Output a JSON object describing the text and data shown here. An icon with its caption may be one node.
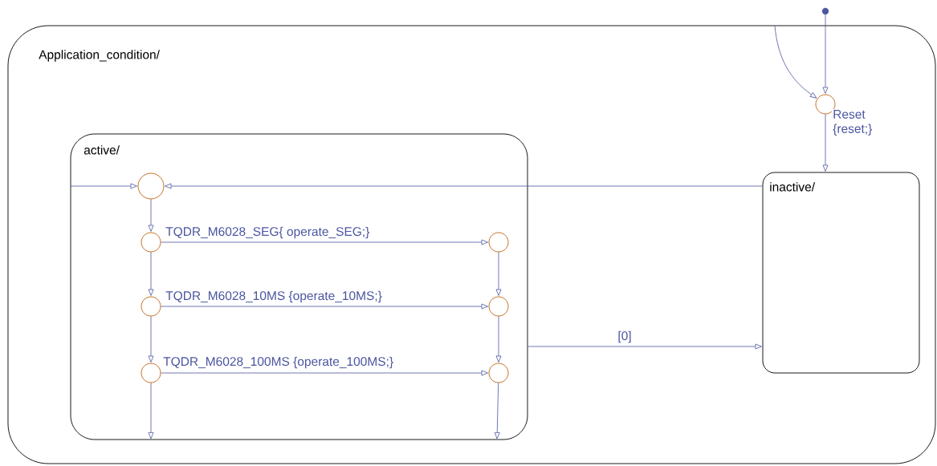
{
  "diagram": {
    "nodes": [
      {
        "text": [
          "Application_condition/"
        ]
      },
      {
        "text": [
          "active/"
        ],
        "in": 0
      },
      {
        "text": [
          "inactive/"
        ],
        "in": 0
      },
      {
        "text": [],
        "shape": "circle",
        "in": 0
      },
      {
        "text": [],
        "shape": "dot"
      },
      {
        "text": [],
        "shape": "circle",
        "in": 1
      },
      {
        "text": [],
        "shape": "circle",
        "in": 1
      },
      {
        "text": [],
        "shape": "circle",
        "in": 1
      },
      {
        "text": [],
        "shape": "circle",
        "in": 1
      },
      {
        "text": [],
        "shape": "circle",
        "in": 1
      },
      {
        "text": [],
        "shape": "circle",
        "in": 1
      },
      {
        "text": [],
        "shape": "circle",
        "in": 1
      }
    ],
    "edges": [
      {
        "from": 4,
        "to": 3,
        "arrow": "to"
      },
      {
        "from": null,
        "to": 3,
        "arrow": "to"
      },
      {
        "from": 3,
        "to": 2,
        "arrow": "to",
        "label": "Reset {reset;}"
      },
      {
        "from": null,
        "to": 5,
        "arrow": "to"
      },
      {
        "from": 2,
        "to": 5,
        "arrow": "to"
      },
      {
        "from": 5,
        "to": 6,
        "arrow": "to"
      },
      {
        "from": 6,
        "to": 7,
        "arrow": "to",
        "label": "TQDR_M6028_SEG{ operate_SEG;}"
      },
      {
        "from": 6,
        "to": 8,
        "arrow": "to"
      },
      {
        "from": 7,
        "to": 9,
        "arrow": "to"
      },
      {
        "from": 8,
        "to": 9,
        "arrow": "to",
        "label": "TQDR_M6028_10MS {operate_10MS;}"
      },
      {
        "from": 8,
        "to": 10,
        "arrow": "to"
      },
      {
        "from": 9,
        "to": 11,
        "arrow": "to"
      },
      {
        "from": 10,
        "to": 11,
        "arrow": "to",
        "label": "TQDR_M6028_100MS {operate_100MS;}"
      },
      {
        "from": 10,
        "to": null,
        "arrow": "to"
      },
      {
        "from": 11,
        "to": null,
        "arrow": "to"
      },
      {
        "from": 1,
        "to": 2,
        "arrow": "to",
        "label": "[0]"
      }
    ]
  }
}
